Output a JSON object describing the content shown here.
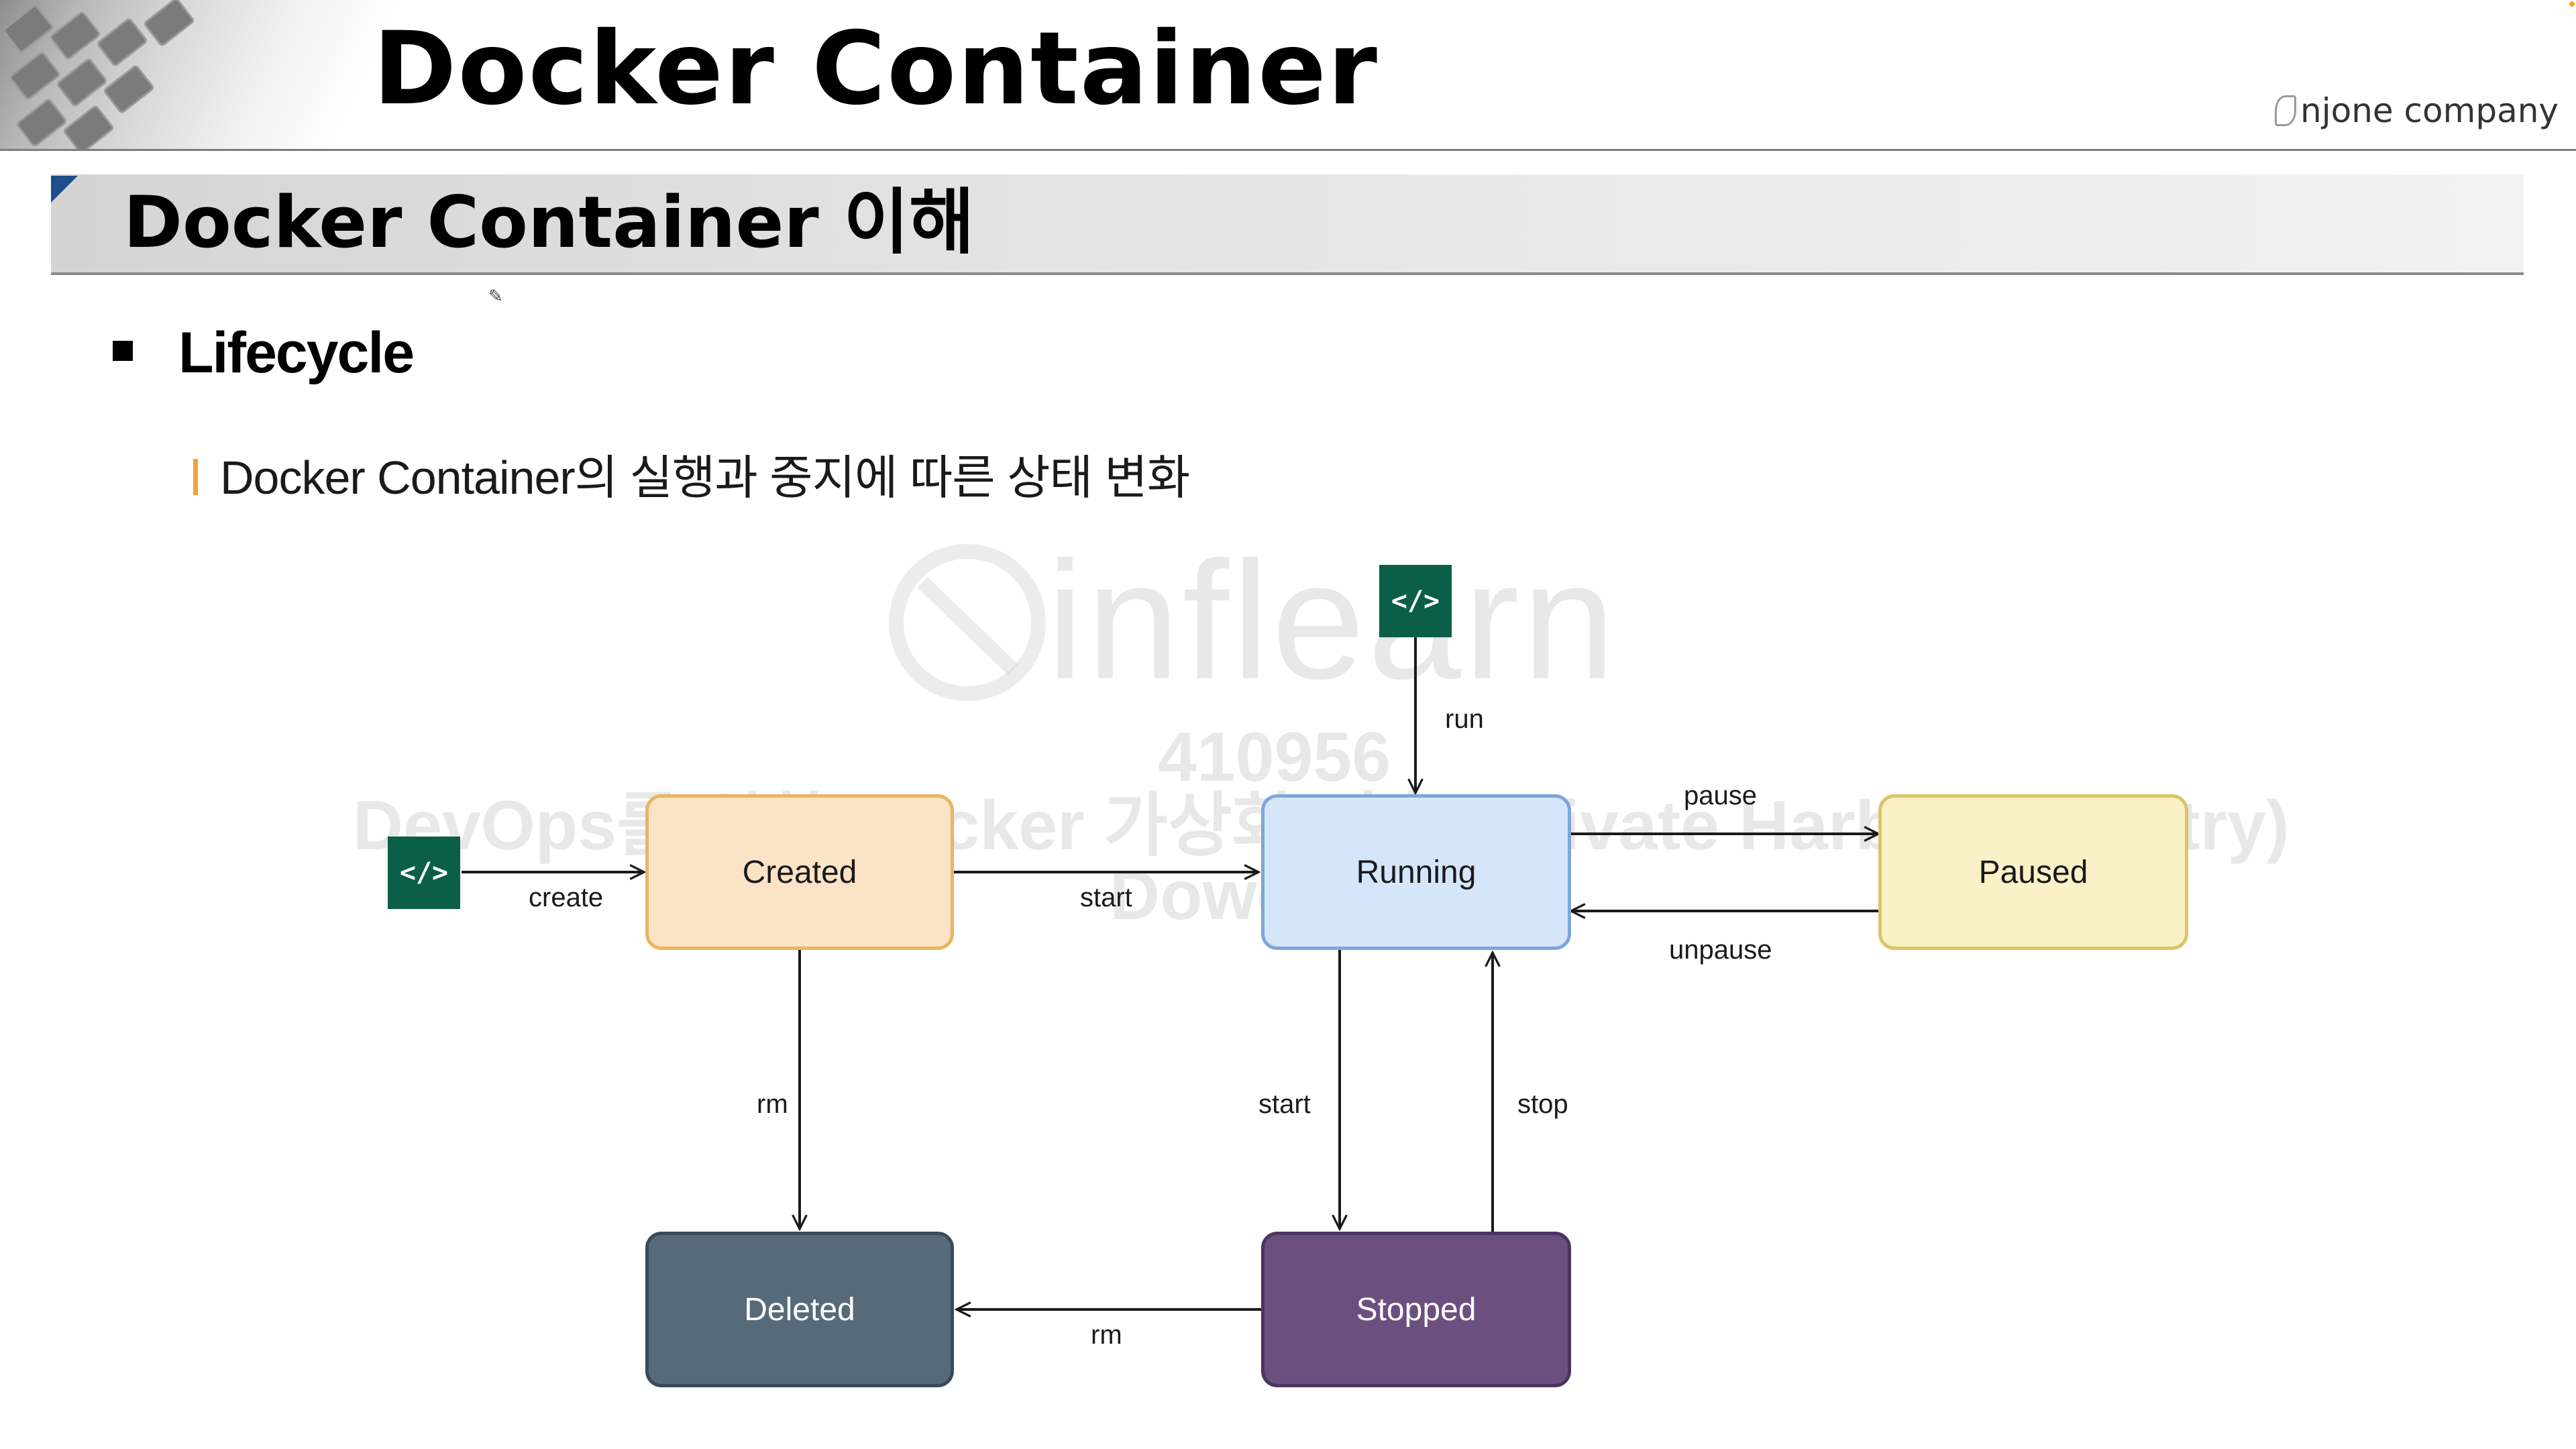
{
  "header": {
    "title": "Docker Container",
    "company": "njone company"
  },
  "section": {
    "title": "Docker Container 이해"
  },
  "bullet": {
    "label": "Lifecycle",
    "sub": "Docker Container의 실행과 중지에 따른 상태 변화"
  },
  "diagram": {
    "states": {
      "created": "Created",
      "running": "Running",
      "paused": "Paused",
      "deleted": "Deleted",
      "stopped": "Stopped"
    },
    "edges": {
      "create": "create",
      "run": "run",
      "start_created": "start",
      "pause": "pause",
      "unpause": "unpause",
      "rm_created": "rm",
      "start_stopped": "start",
      "stop": "stop",
      "rm_stopped": "rm"
    },
    "code_icon": "</>",
    "colors": {
      "created_fill": "#fbe3c6",
      "created_border": "#e8b562",
      "running_fill": "#d6e6fa",
      "running_border": "#7ea6d8",
      "paused_fill": "#fbf1c6",
      "paused_border": "#dcc466",
      "deleted_fill": "#566a7a",
      "deleted_border": "#3a4a58",
      "stopped_fill": "#6b4f7f",
      "stopped_border": "#4a3560",
      "code_icon": "#0b5e47"
    }
  },
  "watermark": {
    "brand": "inflearn",
    "id": "410956",
    "course": "DevOps를 위한 Docker 가상화 기술 (Private Harbor Registry)",
    "name": "Dowon Lee"
  }
}
